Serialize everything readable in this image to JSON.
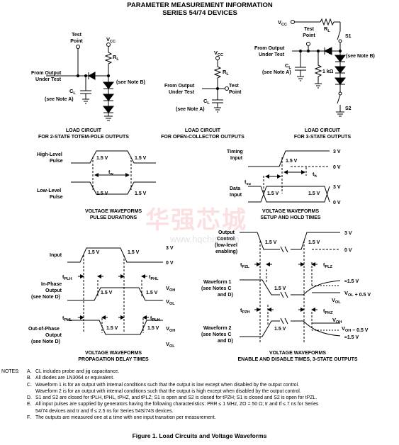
{
  "header": {
    "title": "PARAMETER MEASUREMENT INFORMATION",
    "subtitle": "SERIES 54/74 DEVICES"
  },
  "circuits": {
    "totem": {
      "vcc": "V",
      "vcc_sub": "CC",
      "test_point": [
        "Test",
        "Point"
      ],
      "from_output": [
        "From Output",
        "Under Test"
      ],
      "rl": "R",
      "rl_sub": "L",
      "cl": "C",
      "cl_sub": "L",
      "note_a": "(see Note A)",
      "note_b": "(see Note B)",
      "caption": [
        "LOAD CIRCUIT",
        "FOR 2-STATE TOTEM-POLE OUTPUTS"
      ]
    },
    "open_collector": {
      "vcc": "V",
      "vcc_sub": "CC",
      "rl": "R",
      "rl_sub": "L",
      "from_output": [
        "From Output",
        "Under Test"
      ],
      "test_point": [
        "Test",
        "Point"
      ],
      "cl": "C",
      "cl_sub": "L",
      "note_a": "(see Note A)",
      "caption": [
        "LOAD CIRCUIT",
        "FOR OPEN-COLLECTOR OUTPUTS"
      ]
    },
    "three_state": {
      "vcc": "V",
      "vcc_sub": "CC",
      "rl": "R",
      "rl_sub": "L",
      "test_point": [
        "Test",
        "Point"
      ],
      "from_output": [
        "From Output",
        "Under Test"
      ],
      "cl": "C",
      "cl_sub": "L",
      "note_a": "(see Note A)",
      "note_b": "(see Note B)",
      "r1k": "1 kΩ",
      "s1": "S1",
      "s2": "S2",
      "caption": [
        "LOAD CIRCUIT",
        "FOR 3-STATE OUTPUTS"
      ]
    }
  },
  "waveforms": {
    "pulse": {
      "high": [
        "High-Level",
        "Pulse"
      ],
      "low": [
        "Low-Level",
        "Pulse"
      ],
      "v15": "1.5 V",
      "tw": "t",
      "tw_sub": "w",
      "caption": [
        "VOLTAGE WAVEFORMS",
        "PULSE DURATIONS"
      ]
    },
    "setup": {
      "timing": [
        "Timing",
        "Input"
      ],
      "data": [
        "Data",
        "Input"
      ],
      "v3": "3 V",
      "v0": "0 V",
      "v15": "1.5 V",
      "tsu": "t",
      "tsu_sub": "su",
      "th": "t",
      "th_sub": "h",
      "caption": [
        "VOLTAGE WAVEFORMS",
        "SETUP AND HOLD TIMES"
      ]
    },
    "prop": {
      "input": "Input",
      "inphase": [
        "In-Phase",
        "Output",
        "(see Note D)"
      ],
      "outphase": [
        "Out-of-Phase",
        "Output",
        "(see Note D)"
      ],
      "v3": "3 V",
      "v0": "0 V",
      "v15": "1.5 V",
      "voh": "V",
      "voh_sub": "OH",
      "vol": "V",
      "vol_sub": "OL",
      "tplh": "t",
      "tplh_sub": "PLH",
      "tphl": "t",
      "tphl_sub": "PHL",
      "caption": [
        "VOLTAGE WAVEFORMS",
        "PROPAGATION DELAY TIMES"
      ]
    },
    "enable": {
      "control": [
        "Output",
        "Control",
        "(low-level",
        "enabling)"
      ],
      "wf1": [
        "Waveform 1",
        "(see Notes C",
        "and D)"
      ],
      "wf2": [
        "Waveform 2",
        "(see Notes C",
        "and D)"
      ],
      "v3": "3 V",
      "v0": "0 V",
      "v15": "1.5 V",
      "tpzl": "t",
      "tpzl_sub": "PZL",
      "tplz": "t",
      "tplz_sub": "PLZ",
      "tpzh": "t",
      "tpzh_sub": "PZH",
      "tphz": "t",
      "tphz_sub": "PHZ",
      "approx15": "≈1.5 V",
      "vol_plus": "+ 0.5 V",
      "voh_minus": "– 0.5 V",
      "vol": "V",
      "vol_sub": "OL",
      "voh": "V",
      "voh_sub": "OH",
      "caption": [
        "VOLTAGE WAVEFORMS",
        "ENABLE AND DISABLE TIMES, 3-STATE OUTPUTS"
      ]
    }
  },
  "watermark": {
    "cn": "华强芯城",
    "url": "www.hqchip.com"
  },
  "notes": {
    "lead": "NOTES:",
    "items": [
      {
        "key": "A.",
        "text": "CL includes probe and jig capacitance."
      },
      {
        "key": "B.",
        "text": "All diodes are 1N3064 or equivalent."
      },
      {
        "key": "C.",
        "text": "Waveform 1 is for an output with internal conditions such that the output is low except when disabled by the output control."
      },
      {
        "key": "",
        "text": "Waveform 2 is for an output with internal conditions such that the output is high except when disabled by the output control."
      },
      {
        "key": "D.",
        "text": "S1 and S2 are closed for tPLH, tPHL, tPHZ, and tPLZ; S1 is open and S2 is closed for tPZH; S1 is closed and S2 is open for tPZL."
      },
      {
        "key": "E.",
        "text": "All input pulses are supplied by generators having the following characteristics: PRR ≤ 1 MHz, ZO = 50 Ω; tr and tf ≤ 7 ns for Series"
      },
      {
        "key": "",
        "text": "54/74 devices and tr and tf ≤ 2.5 ns for Series 54S/74S devices."
      },
      {
        "key": "F.",
        "text": "The outputs are measured one at a time with one input transition per measurement."
      }
    ]
  },
  "figure_caption": "Figure 1. Load Circuits and Voltage Waveforms"
}
